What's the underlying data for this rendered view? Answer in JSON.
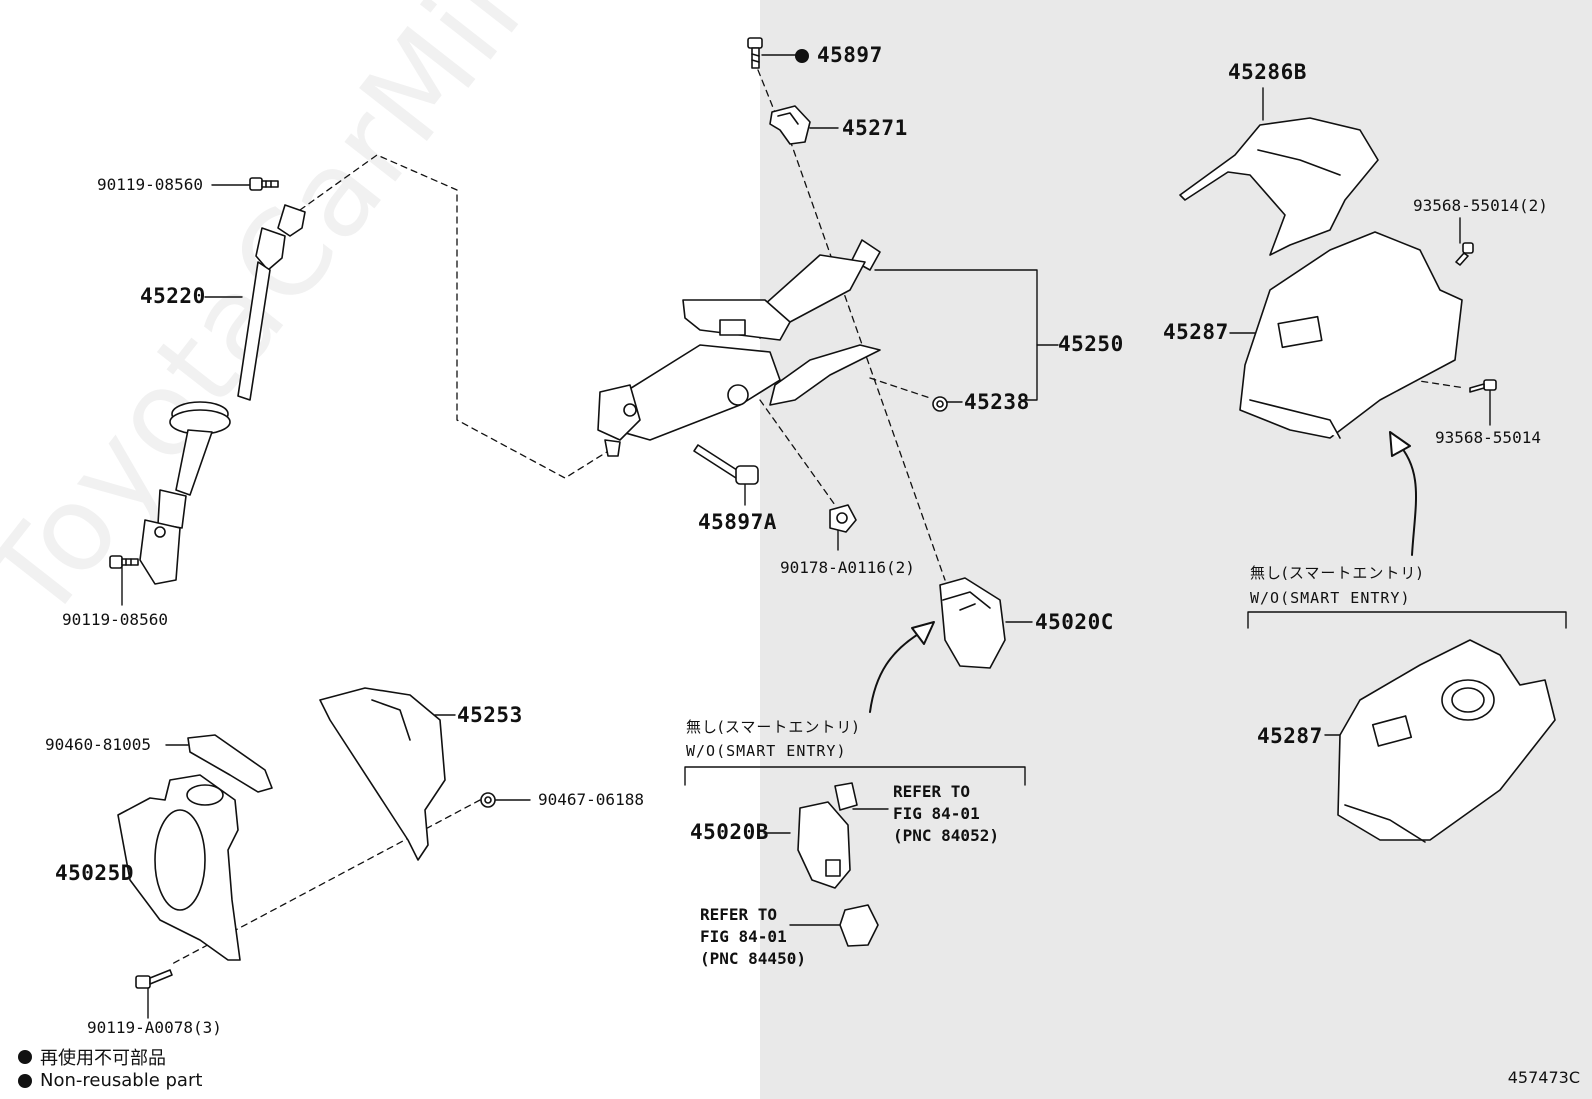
{
  "watermark": "ToyotaCarMine.ru",
  "parts": {
    "p45897": "45897",
    "p45271": "45271",
    "p90119_08560_top": "90119-08560",
    "p45220": "45220",
    "p90119_08560_bottom": "90119-08560",
    "p45250": "45250",
    "p45238": "45238",
    "p45897A": "45897A",
    "p90178": "90178-A0116(2)",
    "p45020C": "45020C",
    "p45286B": "45286B",
    "p93568_2": "93568-55014(2)",
    "p45287_top": "45287",
    "p93568": "93568-55014",
    "p45287_bottom": "45287",
    "p45253": "45253",
    "p90460": "90460-81005",
    "p90467": "90467-06188",
    "p45025D": "45025D",
    "p90119_a0078": "90119-A0078(3)",
    "p45020B": "45020B"
  },
  "notes": {
    "wo_smart_entry_jp_1": "無し(スマートエントリ)",
    "wo_smart_entry_en_1": "W/O(SMART ENTRY)",
    "wo_smart_entry_jp_2": "無し(スマートエントリ)",
    "wo_smart_entry_en_2": "W/O(SMART ENTRY)",
    "refer1_line1": "REFER TO",
    "refer1_line2": "FIG 84-01",
    "refer1_line3": "(PNC 84052)",
    "refer2_line1": "REFER TO",
    "refer2_line2": "FIG 84-01",
    "refer2_line3": "(PNC 84450)"
  },
  "legend": {
    "jp": "再使用不可部品",
    "en": "Non-reusable part"
  },
  "figure_code": "457473C",
  "colors": {
    "panel": "#e9e9e9",
    "ink": "#111111"
  }
}
